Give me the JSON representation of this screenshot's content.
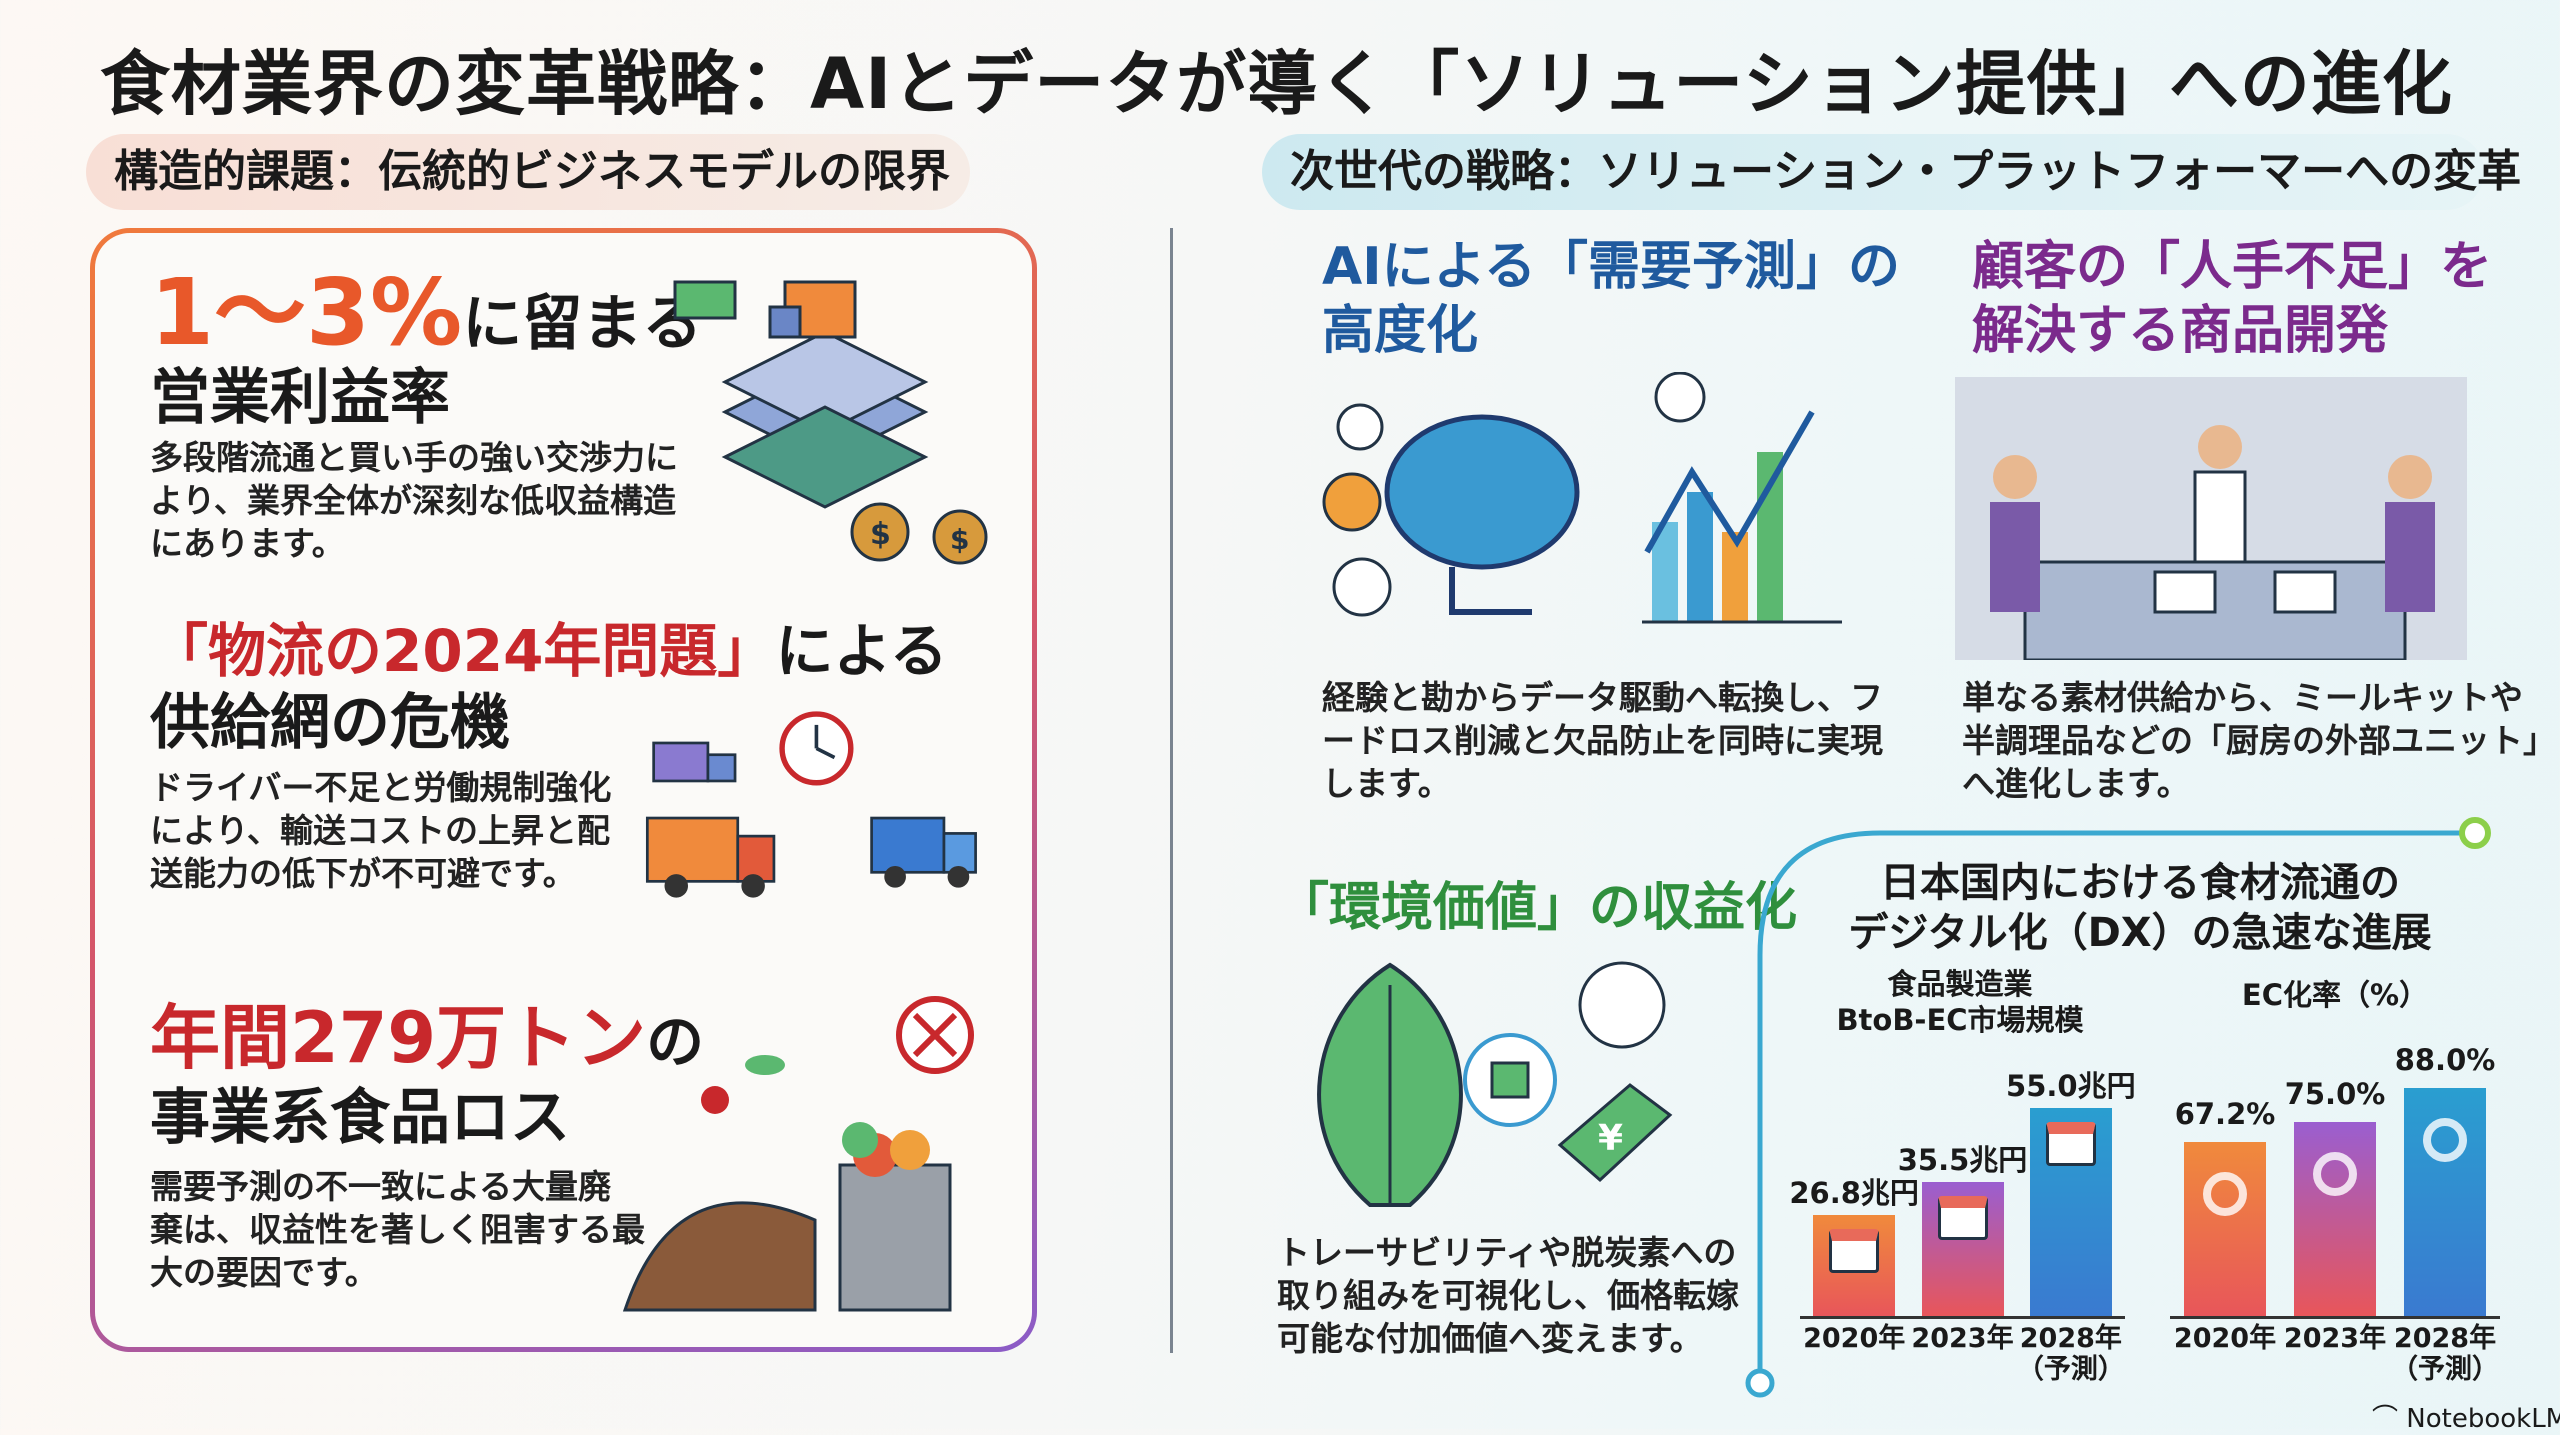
{
  "title": "食材業界の変革戦略：AIとデータが導く「ソリューション提供」への進化",
  "left": {
    "header": "構造的課題：伝統的ビジネスモデルの限界",
    "sections": [
      {
        "highlight": "1〜3%",
        "heading_rest": "に留まる",
        "heading_line2": "営業利益率",
        "body": [
          "多段階流通と買い手の強い交渉力に",
          "より、業界全体が深刻な低収益構造",
          "にあります。"
        ]
      },
      {
        "highlight": "「物流の2024年問題」",
        "heading_rest": "による",
        "heading_line2": "供給網の危機",
        "body": [
          "ドライバー不足と労働規制強化",
          "により、輸送コストの上昇と配",
          "送能力の低下が不可避です。"
        ]
      },
      {
        "highlight": "年間279万トン",
        "heading_rest": "の",
        "heading_line2": "事業系食品ロス",
        "body": [
          "需要予測の不一致による大量廃",
          "棄は、収益性を著しく阻害する最",
          "大の要因です。"
        ]
      }
    ]
  },
  "right": {
    "header": "次世代の戦略：ソリューション・プラットフォーマーへの変革",
    "ai": {
      "heading": [
        "AIによる「需要予測」の",
        "高度化"
      ],
      "body": [
        "経験と勘からデータ駆動へ転換し、フ",
        "ードロス削減と欠品防止を同時に実現",
        "します。"
      ]
    },
    "product": {
      "heading": [
        "顧客の「人手不足」を",
        "解決する商品開発"
      ],
      "body": [
        "単なる素材供給から、ミールキットや",
        "半調理品などの「厨房の外部ユニット」",
        "へ進化します。"
      ]
    },
    "env": {
      "heading": "「環境価値」の収益化",
      "body": [
        "トレーサビリティや脱炭素への",
        "取り組みを可視化し、価格転嫁",
        "可能な付加価値へ変えます。"
      ],
      "price_tag": "¥"
    }
  },
  "chart_data": [
    {
      "type": "bar",
      "title": "日本国内における食材流通のデジタル化（DX）の急速な進展",
      "subtitle": [
        "食品製造業",
        "BtoB-EC市場規模"
      ],
      "categories": [
        "2020年",
        "2023年",
        "2028年"
      ],
      "category_notes": [
        "",
        "",
        "（予測）"
      ],
      "values": [
        26.8,
        35.5,
        55.0
      ],
      "labels": [
        "26.8兆円",
        "35.5兆円",
        "55.0兆円"
      ],
      "unit": "兆円",
      "ylim": [
        0,
        55
      ],
      "colors": [
        "#f08a3c",
        "#9a5ed0",
        "#2a9ed0"
      ]
    },
    {
      "type": "bar",
      "subtitle": [
        "EC化率（%）"
      ],
      "categories": [
        "2020年",
        "2023年",
        "2028年"
      ],
      "category_notes": [
        "",
        "",
        "（予測）"
      ],
      "values": [
        67.2,
        75.0,
        88.0
      ],
      "labels": [
        "67.2%",
        "75.0%",
        "88.0%"
      ],
      "unit": "%",
      "ylim": [
        0,
        88
      ],
      "colors": [
        "#f08a3c",
        "#9a5ed0",
        "#2a9ed0"
      ]
    }
  ],
  "chart_title_lines": [
    "日本国内における食材流通の",
    "デジタル化（DX）の急速な進展"
  ],
  "watermark": "NotebookLM"
}
